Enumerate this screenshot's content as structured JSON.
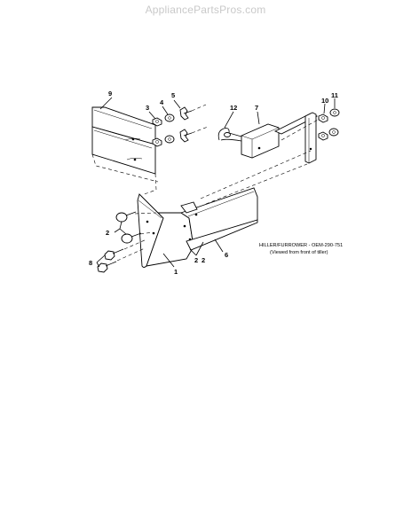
{
  "header": {
    "watermark": "AppliancePartsPros.com"
  },
  "diagram": {
    "callouts": [
      "1",
      "2",
      "2",
      "2",
      "3",
      "4",
      "5",
      "6",
      "7",
      "8",
      "9",
      "10",
      "11",
      "12"
    ],
    "caption_line1": "HILLER/FURROWER - OEM-290-751",
    "caption_line2": "(Viewed from front of tiller)"
  }
}
